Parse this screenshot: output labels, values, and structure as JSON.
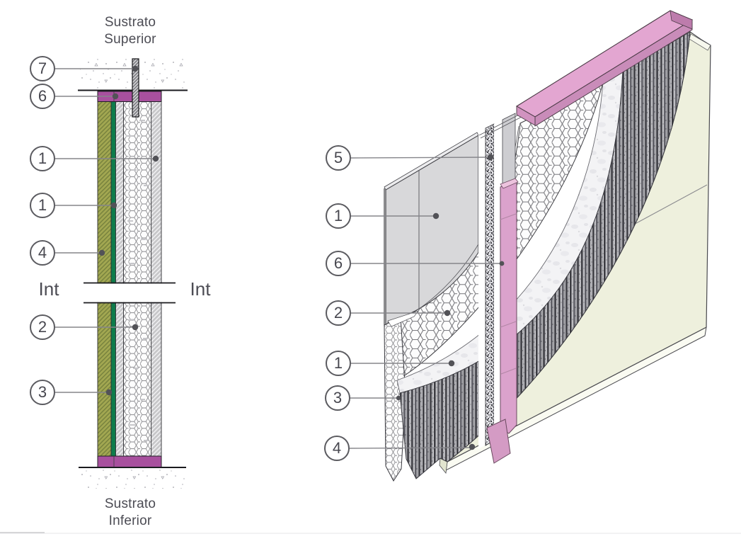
{
  "left_diagram": {
    "substrate_top_label": "Sustrato Superior",
    "substrate_bottom_label": "Sustrato Inferior",
    "interior_label_left": "Int",
    "interior_label_right": "Int",
    "callouts": [
      "7",
      "6",
      "1",
      "1",
      "4",
      "2",
      "3"
    ]
  },
  "right_diagram": {
    "callouts": [
      "5",
      "1",
      "6",
      "2",
      "1",
      "3",
      "4"
    ]
  },
  "colors": {
    "band_magenta": "#a8509e",
    "finish_olive": "#a2a751",
    "primer_green": "#0e7c4b",
    "base_coat_gray": "#c7c7c9",
    "perimeter_strip_pink": "#dba2cc",
    "cap_pink": "#e3a6d1",
    "back_panel_cream": "#eef0dd",
    "front_panel_gray": "#d8d8da"
  }
}
